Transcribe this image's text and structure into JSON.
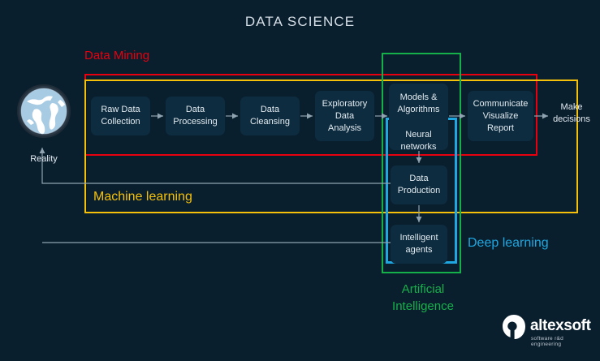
{
  "title": "DATA SCIENCE",
  "colors": {
    "background": "#0a1f2e",
    "box_fill": "#0d2c3f",
    "text": "#e3ebf1",
    "data_mining": "#e8000f",
    "machine_learning": "#f5c00a",
    "artificial_intelligence": "#16b04a",
    "deep_learning": "#1ea7e0",
    "connector": "#8fa3b0"
  },
  "frames": [
    {
      "key": "data_mining",
      "label": "Data Mining",
      "color": "#e8000f"
    },
    {
      "key": "machine_learning",
      "label": "Machine learning",
      "color": "#f5c00a"
    },
    {
      "key": "artificial_intelligence",
      "label": "Artificial Intelligence",
      "color": "#16b04a"
    },
    {
      "key": "deep_learning",
      "label": "Deep learning",
      "color": "#1ea7e0"
    }
  ],
  "labels": {
    "data_mining": "Data Mining",
    "machine_learning": "Machine learning",
    "deep_learning": "Deep learning",
    "artificial_intelligence_l1": "Artificial",
    "artificial_intelligence_l2": "Intelligence"
  },
  "nodes": {
    "reality": {
      "label": "Reality",
      "icon": "globe-icon"
    },
    "raw_data_collection": {
      "l1": "Raw Data",
      "l2": "Collection"
    },
    "data_processing": {
      "l1": "Data",
      "l2": "Processing"
    },
    "data_cleansing": {
      "l1": "Data",
      "l2": "Cleansing"
    },
    "exploratory_data_analysis": {
      "l1": "Exploratory",
      "l2": "Data",
      "l3": "Analysis"
    },
    "models_algorithms": {
      "l1": "Models &",
      "l2": "Algorithms"
    },
    "neural_networks": {
      "l1": "Neural",
      "l2": "networks"
    },
    "data_production": {
      "l1": "Data",
      "l2": "Production"
    },
    "intelligent_agents": {
      "l1": "Intelligent",
      "l2": "agents"
    },
    "communicate_visualize_report": {
      "l1": "Communicate",
      "l2": "Visualize",
      "l3": "Report"
    },
    "make_decisions": {
      "l1": "Make",
      "l2": "decisions"
    }
  },
  "flow": [
    "Reality",
    "Raw Data Collection",
    "Data Processing",
    "Data Cleansing",
    "Exploratory Data Analysis",
    "Models & Algorithms / Neural networks",
    "Communicate Visualize Report",
    "Make decisions"
  ],
  "branch_flow": [
    "Neural networks",
    "Data Production",
    "Intelligent agents"
  ],
  "feedback_loops": [
    {
      "from": "Data Production",
      "to": "Reality"
    },
    {
      "from": "Intelligent agents",
      "to": "Reality"
    }
  ],
  "logo": {
    "name": "altexsoft",
    "tagline": "software r&d engineering",
    "mark": "altexsoft-a-mark-icon"
  }
}
